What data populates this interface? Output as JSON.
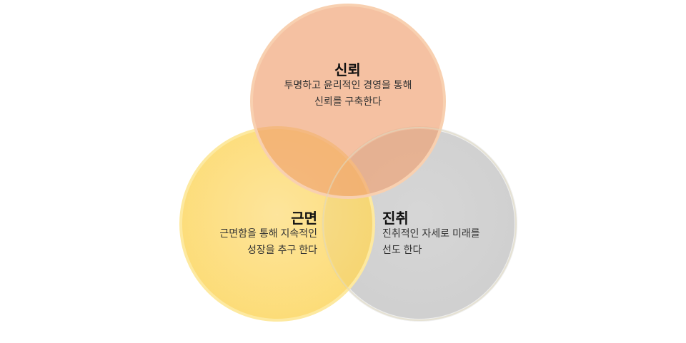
{
  "circles": [
    {
      "id": "trust",
      "title": "신뢰",
      "lines": [
        "투명하고 윤리적인 경영을 통해",
        "신뢰를 구축한다"
      ],
      "color": "#f0a070"
    },
    {
      "id": "diligence",
      "title": "근면",
      "lines": [
        "근면함을 통해 지속적인",
        "성장을 추구 한다"
      ],
      "color": "#fdd460"
    },
    {
      "id": "progress",
      "title": "진취",
      "lines": [
        "진취적인 자세로 미래를",
        "선도 한다"
      ],
      "color": "#c0c0c0"
    }
  ]
}
